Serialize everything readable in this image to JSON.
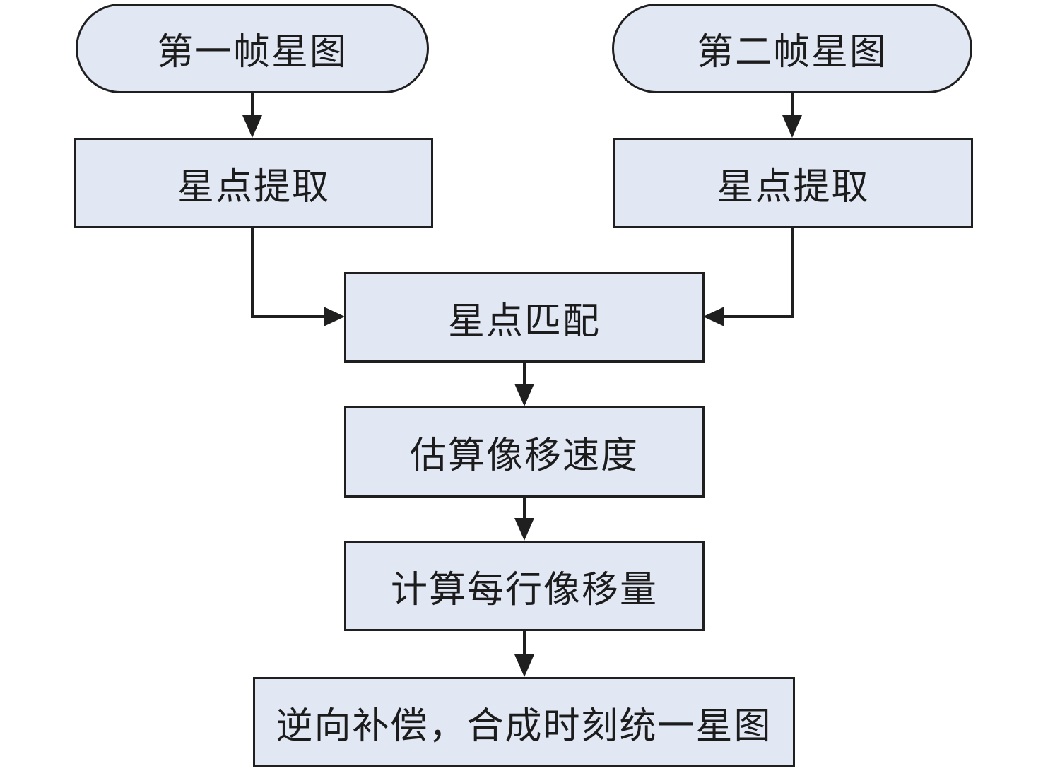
{
  "diagram": {
    "type": "flowchart",
    "background_color": "#ffffff",
    "node_fill_color": "#e2e7f4",
    "node_border_color": "#1f1f1f",
    "text_color": "#1c1c1c",
    "connector_color": "#1f1f1f",
    "nodes": [
      {
        "id": "frame1",
        "shape": "terminator",
        "label": "第一帧星图"
      },
      {
        "id": "frame2",
        "shape": "terminator",
        "label": "第二帧星图"
      },
      {
        "id": "extract1",
        "shape": "process",
        "label": "星点提取"
      },
      {
        "id": "extract2",
        "shape": "process",
        "label": "星点提取"
      },
      {
        "id": "match",
        "shape": "process",
        "label": "星点匹配"
      },
      {
        "id": "estimate",
        "shape": "process",
        "label": "估算像移速度"
      },
      {
        "id": "perrow",
        "shape": "process",
        "label": "计算每行像移量"
      },
      {
        "id": "compose",
        "shape": "process",
        "label": "逆向补偿，合成时刻统一星图"
      }
    ],
    "edges": [
      {
        "from": "frame1",
        "to": "extract1",
        "style": "straight-down"
      },
      {
        "from": "frame2",
        "to": "extract2",
        "style": "straight-down"
      },
      {
        "from": "extract1",
        "to": "match",
        "style": "elbow-down-right"
      },
      {
        "from": "extract2",
        "to": "match",
        "style": "elbow-down-left"
      },
      {
        "from": "match",
        "to": "estimate",
        "style": "straight-down"
      },
      {
        "from": "estimate",
        "to": "perrow",
        "style": "straight-down"
      },
      {
        "from": "perrow",
        "to": "compose",
        "style": "straight-down"
      }
    ]
  }
}
